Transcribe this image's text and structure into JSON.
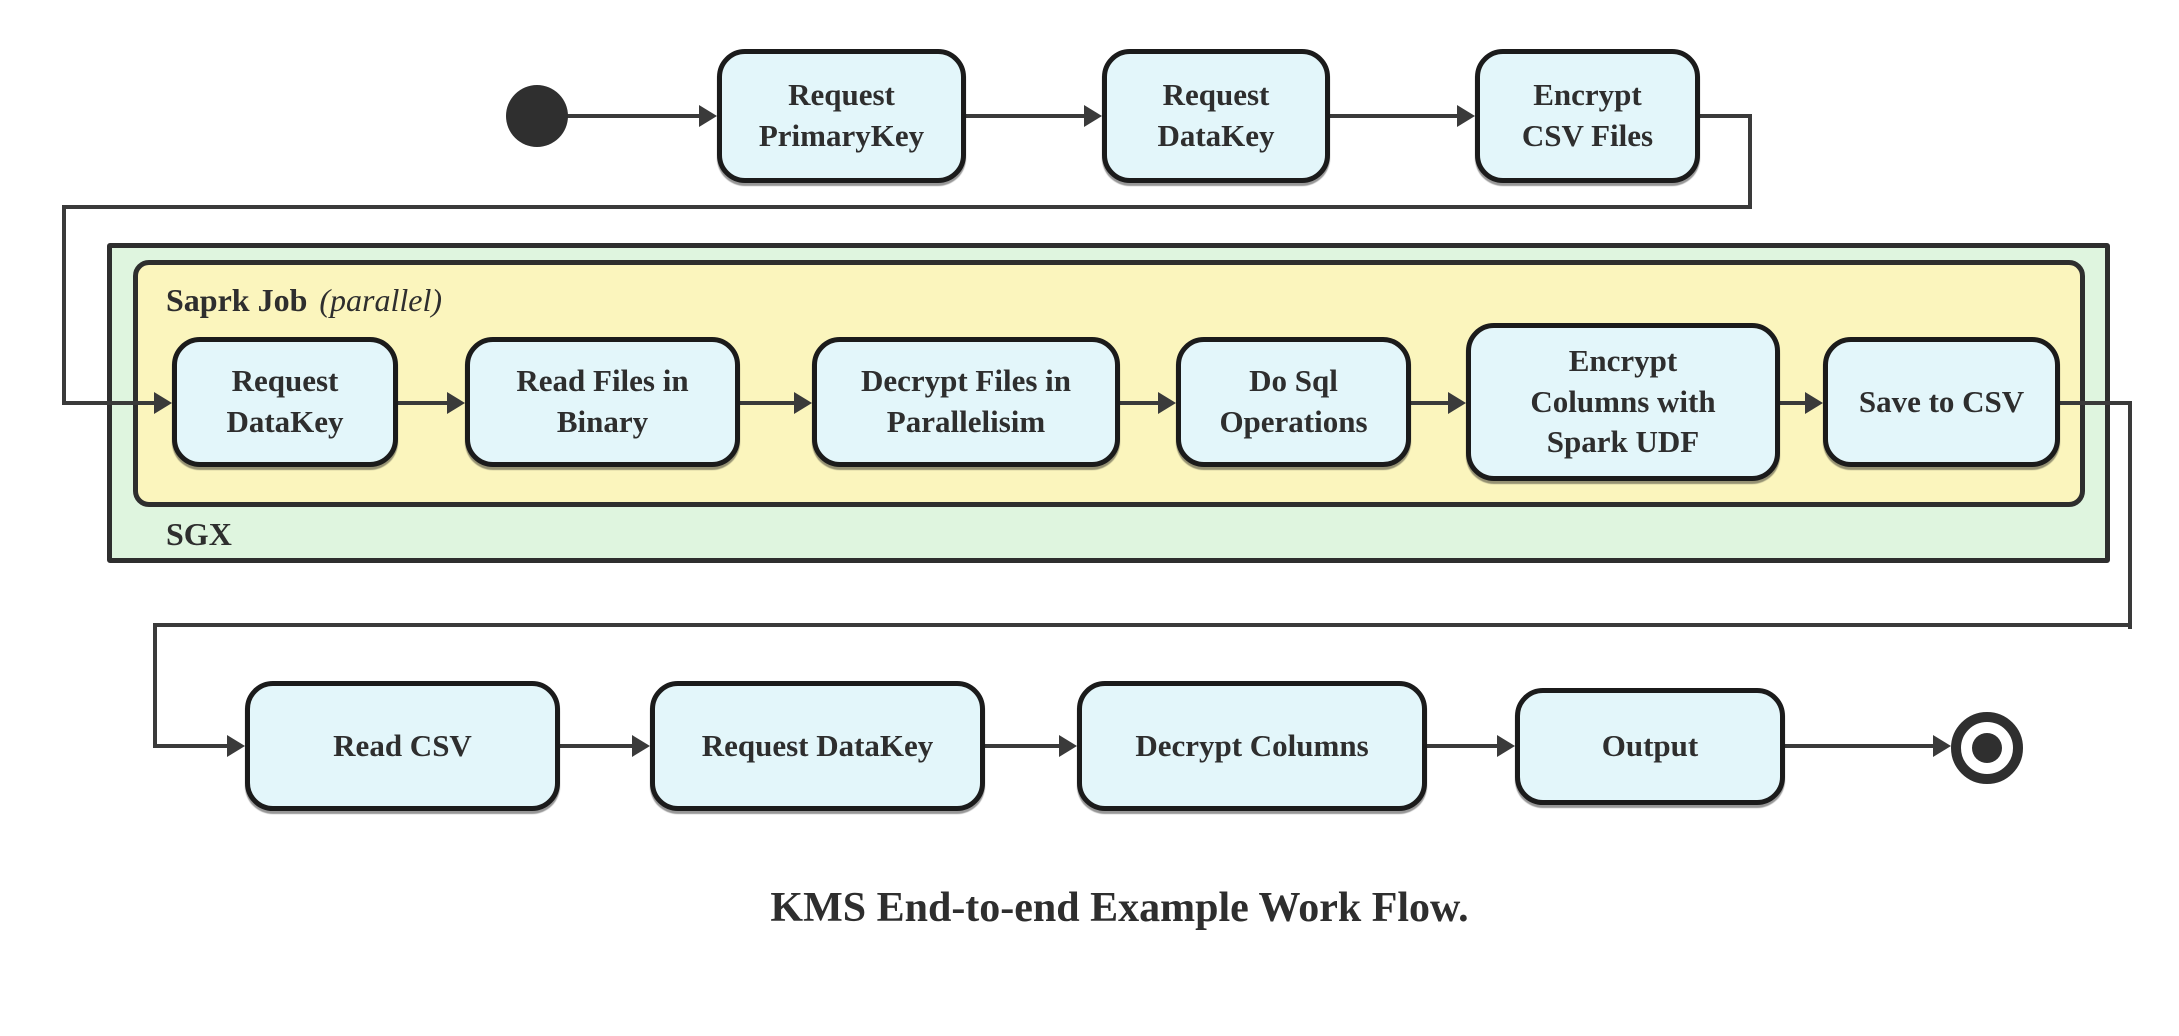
{
  "caption": "KMS End-to-end Example Work Flow.",
  "colors": {
    "node_fill": "#e3f6fa",
    "node_border": "#1b1b1b",
    "sgx_fill": "#dff5df",
    "spark_fill": "#fbf5bd",
    "container_border": "#2e2e2e",
    "edge": "#3a3a3a",
    "text": "#2e2e2e",
    "start_end": "#2f2f2f"
  },
  "containers": {
    "sgx": {
      "label": "SGX"
    },
    "spark_job": {
      "label": "Saprk Job",
      "qualifier": "(parallel)"
    }
  },
  "nodes": {
    "top": [
      {
        "id": "request-primarykey",
        "lines": [
          "Request",
          "PrimaryKey"
        ]
      },
      {
        "id": "request-datakey",
        "lines": [
          "Request",
          "DataKey"
        ]
      },
      {
        "id": "encrypt-csv-files",
        "lines": [
          "Encrypt",
          "CSV Files"
        ]
      }
    ],
    "sgx_row": [
      {
        "id": "request-datakey-sgx",
        "lines": [
          "Request",
          "DataKey"
        ]
      },
      {
        "id": "read-files-in-binary",
        "lines": [
          "Read Files in",
          "Binary"
        ]
      },
      {
        "id": "decrypt-files-in-parallelisim",
        "lines": [
          "Decrypt Files in",
          "Parallelisim"
        ]
      },
      {
        "id": "do-sql-operations",
        "lines": [
          "Do Sql",
          "Operations"
        ]
      },
      {
        "id": "encrypt-columns-with-spark-udf",
        "lines": [
          "Encrypt",
          "Columns with",
          "Spark UDF"
        ]
      },
      {
        "id": "save-to-csv",
        "lines": [
          "Save to CSV"
        ]
      }
    ],
    "bottom": [
      {
        "id": "read-csv",
        "lines": [
          "Read CSV"
        ]
      },
      {
        "id": "request-datakey-2",
        "lines": [
          "Request DataKey"
        ]
      },
      {
        "id": "decrypt-columns",
        "lines": [
          "Decrypt Columns"
        ]
      },
      {
        "id": "output",
        "lines": [
          "Output"
        ]
      }
    ]
  }
}
